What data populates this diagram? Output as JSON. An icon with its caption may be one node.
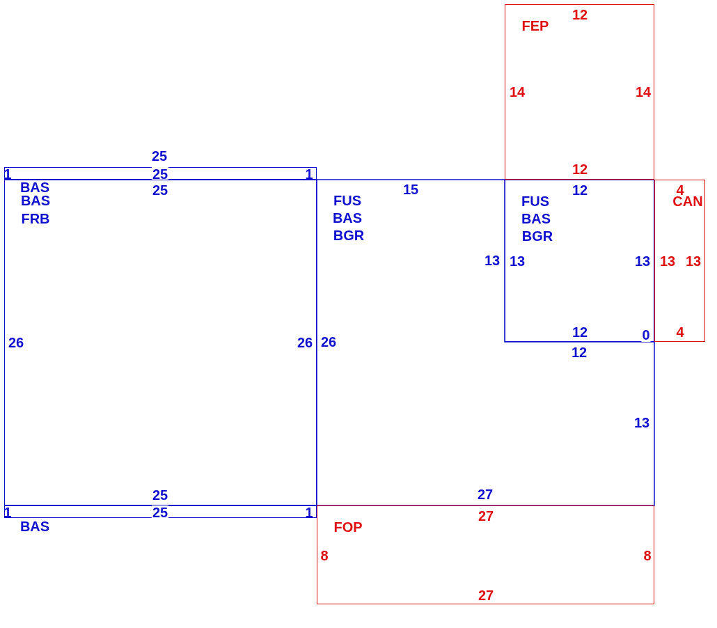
{
  "diagram": {
    "nodes": [
      {
        "text": [
          "12",
          "FEP",
          "14",
          "14",
          "12"
        ]
      },
      {
        "text": [
          "1",
          "25",
          "1"
        ],
        "beside": [
          "25",
          "BAS"
        ]
      },
      {
        "text": [
          "25",
          "BAS",
          "FRB",
          "26",
          "26",
          "25"
        ]
      },
      {
        "text": [
          "15",
          "FUS",
          "BAS",
          "BGR",
          "13",
          "26",
          "12",
          "13",
          "27"
        ]
      },
      {
        "text": [
          "12",
          "FUS",
          "BAS",
          "BGR",
          "13",
          "13",
          "12"
        ]
      },
      {
        "text": [
          "4",
          "CAN",
          "13",
          "13",
          "4"
        ]
      },
      {
        "text": [
          "1",
          "25",
          "1"
        ],
        "beside": [
          "BAS"
        ]
      },
      {
        "text": [
          "27",
          "FOP",
          "8",
          "8",
          "27"
        ]
      }
    ],
    "labels": [
      "0"
    ]
  }
}
